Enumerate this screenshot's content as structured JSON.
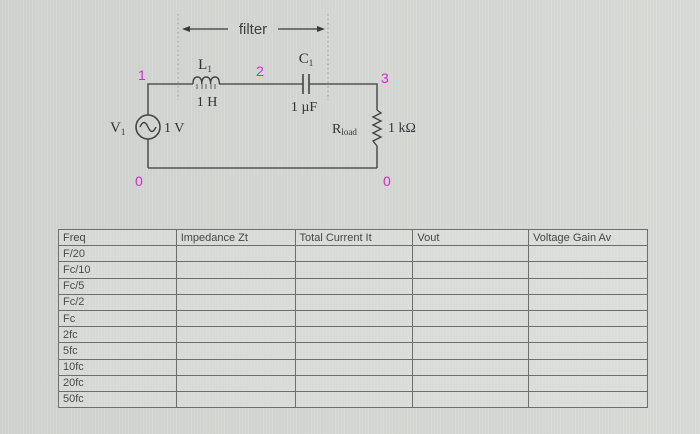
{
  "circuit": {
    "filter_label": "filter",
    "nodes": {
      "n1": "1",
      "n2": "2",
      "n3": "3",
      "gnd_left": "0",
      "gnd_right": "0"
    },
    "inductor": {
      "name": "L",
      "sub": "1",
      "value": "1 H"
    },
    "capacitor": {
      "name": "C",
      "sub": "1",
      "value": "1 µF"
    },
    "source": {
      "name": "V",
      "sub": "1",
      "value": "1 V"
    },
    "resistor": {
      "name": "R",
      "sub": "load",
      "value": "1 kΩ"
    },
    "colors": {
      "node_label": "#d42ad0",
      "wire": "#555555",
      "text": "#333333"
    }
  },
  "table": {
    "headers": [
      "Freq",
      "Impedance Zt",
      "Total Current It",
      "Vout",
      "Voltage Gain Av"
    ],
    "rows": [
      [
        "F/20",
        "",
        "",
        "",
        ""
      ],
      [
        "Fc/10",
        "",
        "",
        "",
        ""
      ],
      [
        "Fc/5",
        "",
        "",
        "",
        ""
      ],
      [
        "Fc/2",
        "",
        "",
        "",
        ""
      ],
      [
        "Fc",
        "",
        "",
        "",
        ""
      ],
      [
        "2fc",
        "",
        "",
        "",
        ""
      ],
      [
        "5fc",
        "",
        "",
        "",
        ""
      ],
      [
        "10fc",
        "",
        "",
        "",
        ""
      ],
      [
        "20fc",
        "",
        "",
        "",
        ""
      ],
      [
        "50fc",
        "",
        "",
        "",
        ""
      ]
    ]
  }
}
